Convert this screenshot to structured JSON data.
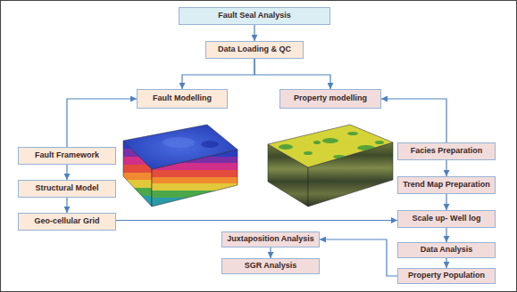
{
  "diagram": {
    "nodes": [
      {
        "text": [
          "Fault Seal Analysis"
        ]
      },
      {
        "text": [
          "Data Loading & QC"
        ]
      },
      {
        "text": [
          "Fault Modelling"
        ]
      },
      {
        "text": [
          "Property modelling"
        ]
      },
      {
        "text": [
          "Fault Framework"
        ]
      },
      {
        "text": [
          "Structural Model"
        ]
      },
      {
        "text": [
          "Geo-cellular Grid"
        ]
      },
      {
        "text": [
          "Facies Preparation"
        ]
      },
      {
        "text": [
          "Trend Map Preparation"
        ]
      },
      {
        "text": [
          "Scale up- Well log"
        ]
      },
      {
        "text": [
          "Data Analysis"
        ]
      },
      {
        "text": [
          "Property Population"
        ]
      },
      {
        "text": [
          "Juxtaposition Analysis"
        ]
      },
      {
        "text": [
          "SGR Analysis"
        ]
      }
    ],
    "edges": [
      {
        "from": 0,
        "to": 1,
        "arrow": "to"
      },
      {
        "from": 1,
        "to": 2,
        "arrow": "to"
      },
      {
        "from": 1,
        "to": 3,
        "arrow": "to"
      },
      {
        "from": 4,
        "to": 2,
        "arrow": "to"
      },
      {
        "from": 4,
        "to": 5,
        "arrow": "to"
      },
      {
        "from": 5,
        "to": 6,
        "arrow": "to"
      },
      {
        "from": 7,
        "to": 3,
        "arrow": "to"
      },
      {
        "from": 7,
        "to": 8,
        "arrow": "to"
      },
      {
        "from": 8,
        "to": 9,
        "arrow": "to"
      },
      {
        "from": 6,
        "to": 9,
        "arrow": "to"
      },
      {
        "from": 9,
        "to": 10,
        "arrow": "to"
      },
      {
        "from": 10,
        "to": 11,
        "arrow": "to"
      },
      {
        "from": 11,
        "to": 12,
        "arrow": "to"
      },
      {
        "from": 12,
        "to": 13,
        "arrow": "to"
      }
    ]
  }
}
